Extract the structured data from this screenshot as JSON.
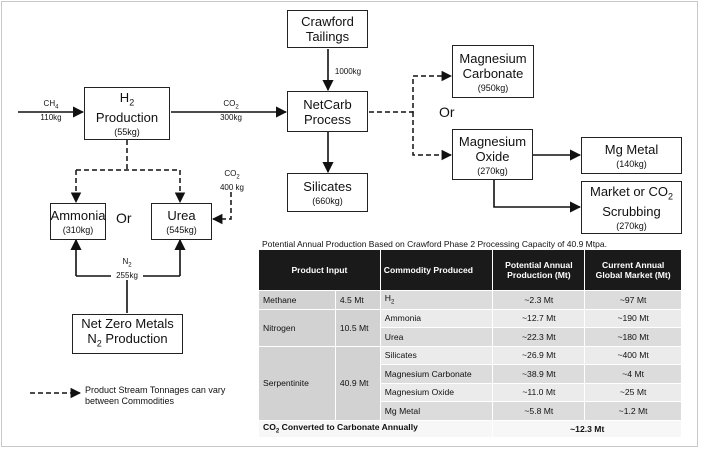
{
  "boxes": {
    "h2": {
      "title": "H",
      "sub": "2",
      "title2": "Production",
      "mass": "(55kg)"
    },
    "tailings": {
      "title": "Crawford Tailings"
    },
    "netcarb": {
      "title": "NetCarb Process"
    },
    "mgcarb": {
      "title": "Magnesium Carbonate",
      "mass": "(950kg)"
    },
    "mgoxide": {
      "title": "Magnesium Oxide",
      "mass": "(270kg)"
    },
    "mgmetal": {
      "title": "Mg Metal",
      "mass": "(140kg)"
    },
    "market": {
      "title": "Market or CO",
      "sub": "2",
      "title2": "Scrubbing",
      "mass": "(270kg)"
    },
    "silicates": {
      "title": "Silicates",
      "mass": "(660kg)"
    },
    "ammonia": {
      "title": "Ammonia",
      "mass": "(310kg)"
    },
    "urea": {
      "title": "Urea",
      "mass": "(545kg)"
    },
    "netzero": {
      "title": "Net Zero Metals",
      "title2a": "N",
      "sub": "2",
      "title2b": " Production"
    }
  },
  "flows": {
    "ch4_formula": "CH",
    "ch4_sub": "4",
    "ch4_mass": "110kg",
    "co2_formula": "CO",
    "co2_sub": "2",
    "co2_mass": "300kg",
    "tailings_mass": "1000kg",
    "co2b_formula": "CO",
    "co2b_sub": "2",
    "co2b_mass": "400 kg",
    "n2_formula": "N",
    "n2_sub": "2",
    "n2_mass": "255kg"
  },
  "or_labels": {
    "right": "Or",
    "left": "Or"
  },
  "legend": {
    "text": "Product Stream Tonnages can vary between Commodities"
  },
  "table": {
    "caption": "Potential Annual Production Based on Crawford Phase 2 Processing Capacity of 40.9 Mtpa.",
    "headers": {
      "product_input": "Product Input",
      "commodity": "Commodity Produced",
      "potential": "Potential Annual Production (Mt)",
      "market": "Current Annual Global Market (Mt)"
    },
    "rows": [
      {
        "input": "Methane",
        "input_amount": "4.5 Mt",
        "commodity": "H",
        "commodity_sub": "2",
        "production": "~2.3 Mt",
        "market": "~97 Mt"
      },
      {
        "input": "Nitrogen",
        "input_amount": "10.5 Mt",
        "commodity": "Ammonia",
        "production": "~12.7 Mt",
        "market": "~190 Mt"
      },
      {
        "commodity": "Urea",
        "production": "~22.3 Mt",
        "market": "~180 Mt"
      },
      {
        "input": "Serpentinite",
        "input_amount": "40.9 Mt",
        "commodity": "Silicates",
        "production": "~26.9 Mt",
        "market": "~400 Mt"
      },
      {
        "commodity": "Magnesium Carbonate",
        "production": "~38.9 Mt",
        "market": "~4 Mt"
      },
      {
        "commodity": "Magnesium Oxide",
        "production": "~11.0 Mt",
        "market": "~25 Mt"
      },
      {
        "commodity": "Mg Metal",
        "production": "~5.8 Mt",
        "market": "~1.2 Mt"
      }
    ],
    "total": {
      "label_a": "CO",
      "label_sub": "2",
      "label_b": " Converted to Carbonate Annually",
      "value": "~12.3 Mt"
    }
  }
}
